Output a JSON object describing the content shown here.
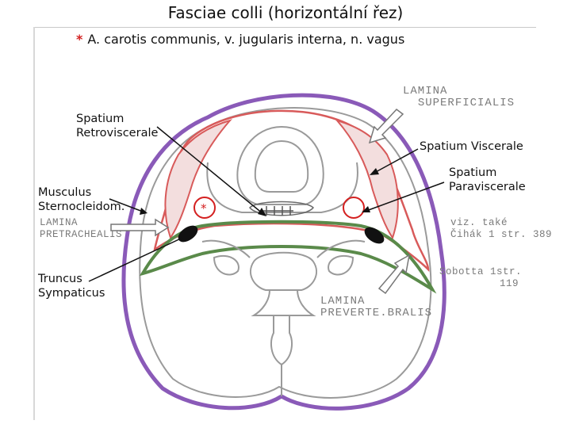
{
  "title": "Fasciae colli (horizontální řez)",
  "caption": {
    "marker": "*",
    "text": "A. carotis communis, v. jugularis interna, n. vagus"
  },
  "labels": {
    "spatium_retroviscerale": [
      "Spatium",
      "Retroviscerale"
    ],
    "spatium_viscerale": "Spatium Viscerale",
    "spatium_paraviscerale": [
      "Spatium",
      "Paraviscerale"
    ],
    "musculus": [
      "Musculus",
      "Sternocleidom."
    ],
    "truncus": [
      "Truncus",
      "Sympaticus"
    ]
  },
  "handwritten": {
    "lamina_superficialis": [
      "LAMINA",
      "SUPERFICIALIS"
    ],
    "lamina_pretrachealis": [
      "LAMINA",
      "PRETRACHEALIS"
    ],
    "lamina_prevertebralis": [
      "LAMINA",
      "PREVERTE.BRALIS"
    ],
    "reference": [
      "viz. také",
      "Čihák 1 str. 389",
      "Sobotta 1str.",
      "119"
    ]
  },
  "vessel_marker": "*",
  "colors": {
    "superficial_fascia": "#8a5ab8",
    "pretracheal_fascia": "#d85a5a",
    "prevertebral_fascia": "#5a8a4a",
    "outline": "#9a9a9a",
    "sympathetic_trunk": "#111111",
    "caption_marker": "#d42020"
  }
}
